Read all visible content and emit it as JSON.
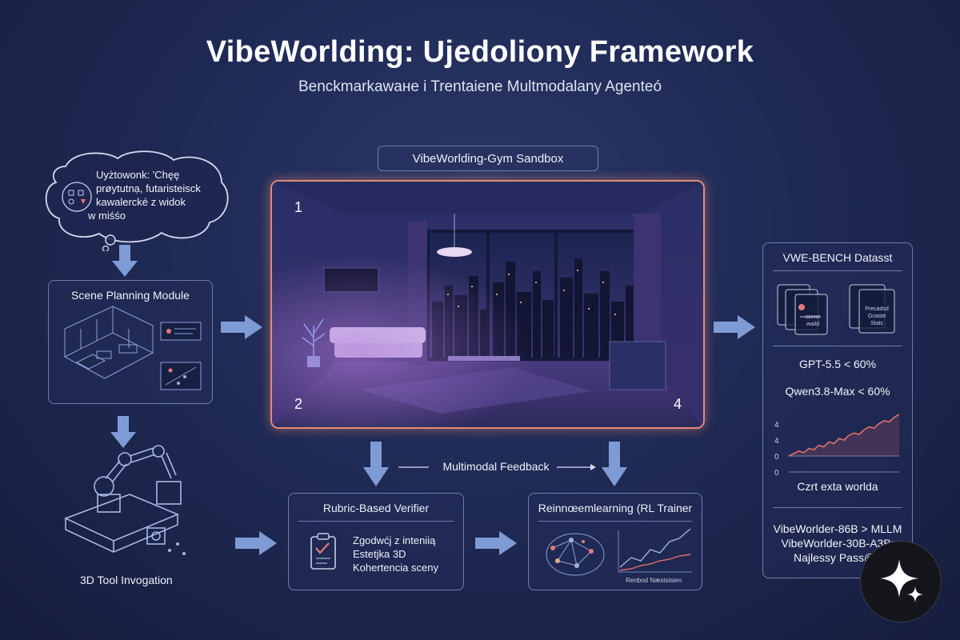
{
  "header": {
    "title": "VibeWorlding: Ujedoliony Framework",
    "subtitle": "Benckmarkawане i Trentaiene Multmodalany Agenteó"
  },
  "user_bubble": {
    "lines": [
      "Uyżtowonk: 'Chęę",
      "prøytutnạ, futaristeisck",
      "kawalercké z widok",
      "w miśśo"
    ]
  },
  "scene_planning": {
    "title": "Scene Planning Module"
  },
  "tool_invocation": {
    "label": "3D Tool Invogation"
  },
  "sandbox": {
    "label": "VibeWorlding-Gym Sandbox",
    "corners": [
      "1",
      "2",
      "4"
    ]
  },
  "feedback": {
    "label": "Multimodal Feedback"
  },
  "verifier": {
    "title": "Rubric-Based Verifier",
    "items": [
      "Zgodwćj z inteniią",
      "Estetjka 3D",
      "Kohertencia sceny"
    ]
  },
  "rl_trainer": {
    "title": "Reinnœemlearning (RL Trainer",
    "caption": "Renbod Næstsisien"
  },
  "dataset": {
    "title": "VWE-BENCH Datasst",
    "cards": [
      "scene\nwaild",
      "Precadsd\nGcaste\nStais"
    ],
    "stats": [
      "GPT-5.5 < 60%",
      "Qwen3.8-Max < 60%"
    ],
    "chart_caption": "Czrt exta worlda",
    "results": [
      "VibeWorlder-86B > MLLM",
      "VibeWorlder-30B-A3B:",
      "Najlessy Pass@1"
    ]
  },
  "chart_data": {
    "type": "line",
    "title": "",
    "xlabel": "",
    "ylabel": "",
    "y_tick_labels": [
      "4",
      "4",
      "0",
      "0"
    ],
    "series": [
      {
        "values": [
          0.0,
          0.06,
          0.12,
          0.08,
          0.18,
          0.15,
          0.26,
          0.22,
          0.34,
          0.3,
          0.42,
          0.38,
          0.5,
          0.55,
          0.52,
          0.63,
          0.7,
          0.67,
          0.78,
          0.85,
          0.82,
          0.93,
          1.0
        ]
      }
    ]
  },
  "colors": {
    "background": "#1f2a55",
    "panel_border": "#6f7cad",
    "sandbox_glow": "#e08a7a",
    "arrow": "#7f9bd6",
    "chart_line": "#e2706a"
  },
  "icons": [
    "thought-bubble-icon",
    "arrow-down-icon",
    "arrow-right-icon",
    "clipboard-check-icon",
    "brain-network-icon",
    "robot-arm-icon",
    "star-sparkle-icon"
  ]
}
